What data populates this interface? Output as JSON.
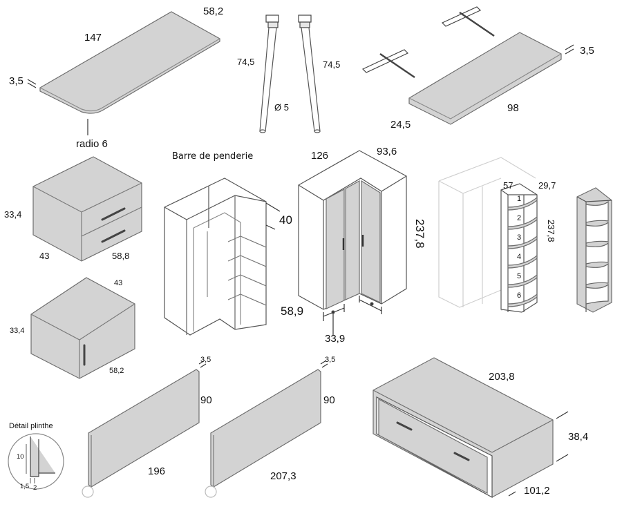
{
  "colors": {
    "panel_fill": "#d3d3d3",
    "edge": "#6f6f6f",
    "line": "#444444",
    "light_line": "#cfcfcf",
    "background": "#ffffff"
  },
  "desk_top": {
    "length": "147",
    "depth": "58,2",
    "thickness": "3,5",
    "radius_label": "radio 6"
  },
  "legs": {
    "height_left": "74,5",
    "height_right": "74,5",
    "diameter": "Ø 5"
  },
  "shelf": {
    "thickness": "3,5",
    "length": "98",
    "depth": "24,5"
  },
  "drawer_unit": {
    "height": "33,4",
    "width": "43",
    "depth": "58,8"
  },
  "door_unit": {
    "width": "43",
    "height": "33,4",
    "depth": "58,2"
  },
  "corner_wardrobe_open": {
    "rail_label": "Barre de penderie",
    "depth": "40"
  },
  "corner_wardrobe": {
    "width": "126",
    "depth": "93,6",
    "height": "237,8",
    "side_width": "58,9",
    "door_width": "33,9"
  },
  "corner_shelf_unit": {
    "width": "57",
    "depth": "29,7",
    "height": "237,8",
    "shelf_numbers": [
      "1",
      "2",
      "3",
      "4",
      "5",
      "6"
    ]
  },
  "headboard_left": {
    "thickness": "3,5",
    "height": "90",
    "length": "196"
  },
  "headboard_right": {
    "thickness": "3,5",
    "height": "90",
    "length": "207,3"
  },
  "plinth_detail": {
    "title": "Détail plinthe",
    "height": "10",
    "inset": "1,5",
    "depth": "2"
  },
  "bed_drawer": {
    "length": "203,8",
    "height": "38,4",
    "width": "101,2"
  }
}
